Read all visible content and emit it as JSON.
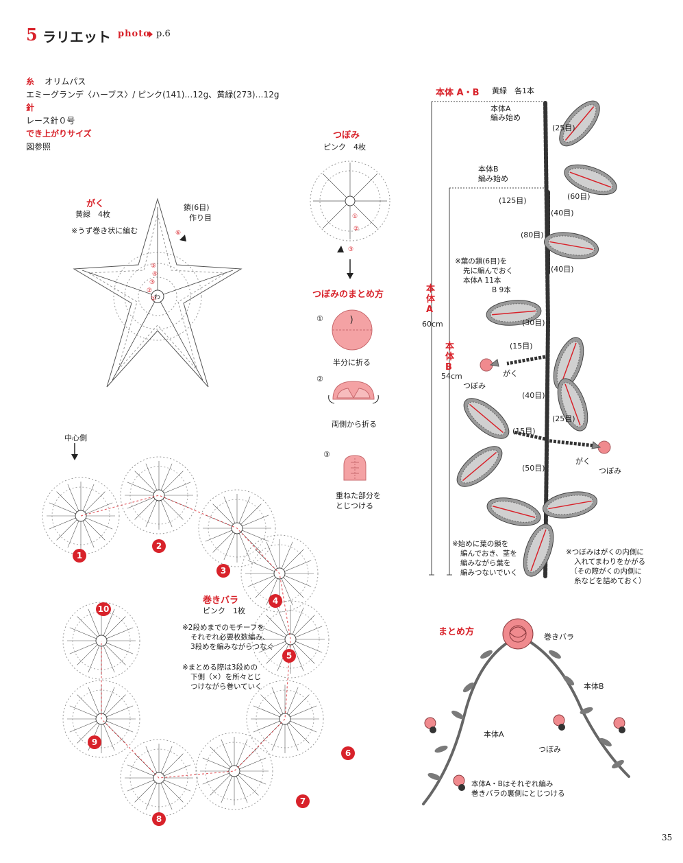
{
  "header": {
    "number": "5",
    "title": "ラリエット",
    "photo_label": "photo",
    "photo_page": "p.6"
  },
  "materials": {
    "yarn_heading": "糸",
    "yarn_brand": "オリムパス",
    "yarn_detail": "エミーグランデ〈ハーブス〉/ ピンク(141)…12g、黄緑(273)…12g",
    "needle_heading": "針",
    "needle_detail": "レース針０号",
    "size_heading": "でき上がりサイズ",
    "size_detail": "図参照"
  },
  "gaku": {
    "title": "がく",
    "color_count": "黄緑　4枚",
    "note": "※うず巻き状に編む",
    "chain_label_1": "鎖(6目)",
    "chain_label_2": "作り目"
  },
  "bud": {
    "title": "つぼみ",
    "color_count": "ピンク　4枚"
  },
  "bud_steps": {
    "title": "つぼみのまとめ方",
    "step1_num": "①",
    "step1": "半分に折る",
    "step2_num": "②",
    "step2": "両側から折る",
    "step3_num": "③",
    "step3_1": "重ねた部分を",
    "step3_2": "とじつける"
  },
  "body": {
    "title": "本体 A・B",
    "color": "黄緑　各1本",
    "a_start_1": "本体A",
    "a_start_2": "編み始め",
    "b_start_1": "本体B",
    "b_start_2": "編み始め",
    "c25a": "(25目)",
    "c60": "(60目)",
    "c125": "(125目)",
    "c40a": "(40目)",
    "c80": "(80目)",
    "c40b": "(40目)",
    "c30": "(30目)",
    "c15a": "(15目)",
    "c40c": "(40目)",
    "c25b": "(25目)",
    "c15b": "(15目)",
    "c50": "(50目)",
    "leaf_note_1": "※葉の鎖(6目)を",
    "leaf_note_2": "先に編んでおく",
    "leaf_note_3": "本体A 11本",
    "leaf_note_4": "B  9本",
    "a_label": "本体A",
    "a_len": "60cm",
    "b_label": "本体B",
    "b_len": "54cm",
    "gaku_label": "がく",
    "bud_label": "つぼみ",
    "start_note_1": "※始めに葉の鎖を",
    "start_note_2": "編んでおき、茎を",
    "start_note_3": "編みながら葉を",
    "start_note_4": "編みつないでいく",
    "bud_note_1": "※つぼみはがくの内側に",
    "bud_note_2": "入れてまわりをかがる",
    "bud_note_3": "（その際がくの内側に",
    "bud_note_4": "糸などを詰めておく）"
  },
  "rose": {
    "center_side": "中心側",
    "title": "巻きバラ",
    "color_count": "ピンク　1枚",
    "note1_1": "※2段めまでのモチーフを",
    "note1_2": "それぞれ必要枚数編み、",
    "note1_3": "3段めを編みながらつなぐ",
    "note2_1": "※まとめる際は3段めの",
    "note2_2": "下側（×）を所々とじ",
    "note2_3": "つけながら巻いていく",
    "badges": [
      "1",
      "2",
      "3",
      "4",
      "5",
      "6",
      "7",
      "8",
      "9",
      "10"
    ]
  },
  "assembly": {
    "title": "まとめ方",
    "rose": "巻きバラ",
    "body_b": "本体B",
    "body_a": "本体A",
    "bud": "つぼみ",
    "note_1": "本体A・Bはそれぞれ編み",
    "note_2": "巻きバラの裏側にとじつける"
  },
  "page_number": "35",
  "colors": {
    "accent": "#d8222a",
    "pink": "#f08a8e",
    "leaf": "#8a8a8a"
  }
}
